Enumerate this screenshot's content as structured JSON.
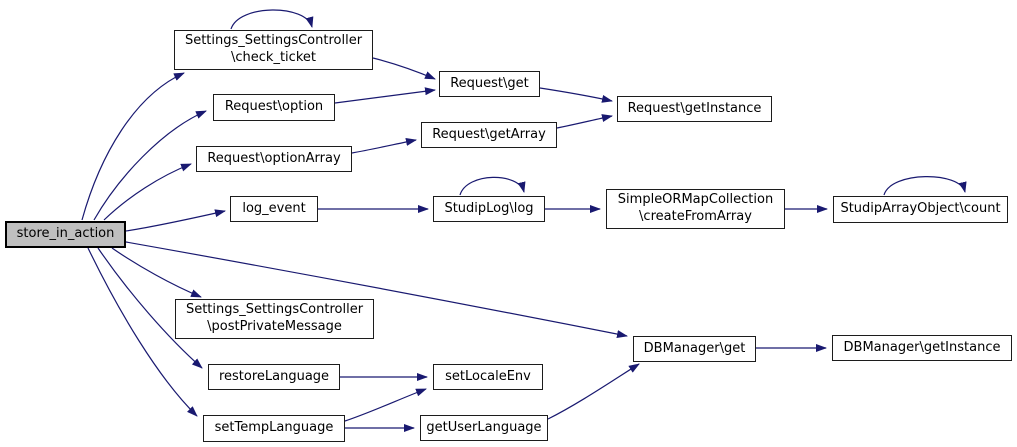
{
  "diagram": {
    "type": "doxygen-call-graph",
    "root": "store_in_action",
    "colors": {
      "edge": "#191970",
      "node_border": "#1c1c1c",
      "node_fill": "#ffffff",
      "highlight_fill": "#bfbfbf",
      "background": "#ffffff",
      "text": "#000000"
    },
    "nodes": [
      {
        "id": "store_in_action",
        "label": "store_in_action",
        "highlighted": true
      },
      {
        "id": "check_ticket",
        "label": "Settings_SettingsController\n\\check_ticket",
        "highlighted": false
      },
      {
        "id": "request_option",
        "label": "Request\\option",
        "highlighted": false
      },
      {
        "id": "request_optionarray",
        "label": "Request\\optionArray",
        "highlighted": false
      },
      {
        "id": "log_event",
        "label": "log_event",
        "highlighted": false
      },
      {
        "id": "request_get",
        "label": "Request\\get",
        "highlighted": false
      },
      {
        "id": "request_getarray",
        "label": "Request\\getArray",
        "highlighted": false
      },
      {
        "id": "request_getinstance",
        "label": "Request\\getInstance",
        "highlighted": false
      },
      {
        "id": "studiplog_log",
        "label": "StudipLog\\log",
        "highlighted": false
      },
      {
        "id": "createfromarray",
        "label": "SimpleORMapCollection\n\\createFromArray",
        "highlighted": false
      },
      {
        "id": "studiparrayobject_count",
        "label": "StudipArrayObject\\count",
        "highlighted": false
      },
      {
        "id": "postprivatemessage",
        "label": "Settings_SettingsController\n\\postPrivateMessage",
        "highlighted": false
      },
      {
        "id": "restorelanguage",
        "label": "restoreLanguage",
        "highlighted": false
      },
      {
        "id": "settemplanguage",
        "label": "setTempLanguage",
        "highlighted": false
      },
      {
        "id": "setlocaleenv",
        "label": "setLocaleEnv",
        "highlighted": false
      },
      {
        "id": "getuserlanguage",
        "label": "getUserLanguage",
        "highlighted": false
      },
      {
        "id": "dbmanager_get",
        "label": "DBManager\\get",
        "highlighted": false
      },
      {
        "id": "dbmanager_getinstance",
        "label": "DBManager\\getInstance",
        "highlighted": false
      }
    ],
    "edges": [
      {
        "from": "store_in_action",
        "to": "Settings_SettingsController\\check_ticket"
      },
      {
        "from": "store_in_action",
        "to": "Request\\option"
      },
      {
        "from": "store_in_action",
        "to": "Request\\optionArray"
      },
      {
        "from": "store_in_action",
        "to": "log_event"
      },
      {
        "from": "store_in_action",
        "to": "DBManager\\get"
      },
      {
        "from": "store_in_action",
        "to": "Settings_SettingsController\\postPrivateMessage"
      },
      {
        "from": "store_in_action",
        "to": "restoreLanguage"
      },
      {
        "from": "store_in_action",
        "to": "setTempLanguage"
      },
      {
        "from": "Settings_SettingsController\\check_ticket",
        "to": "Settings_SettingsController\\check_ticket"
      },
      {
        "from": "Settings_SettingsController\\check_ticket",
        "to": "Request\\get"
      },
      {
        "from": "Request\\option",
        "to": "Request\\get"
      },
      {
        "from": "Request\\get",
        "to": "Request\\getInstance"
      },
      {
        "from": "Request\\optionArray",
        "to": "Request\\getArray"
      },
      {
        "from": "Request\\getArray",
        "to": "Request\\getInstance"
      },
      {
        "from": "log_event",
        "to": "StudipLog\\log"
      },
      {
        "from": "StudipLog\\log",
        "to": "StudipLog\\log"
      },
      {
        "from": "StudipLog\\log",
        "to": "SimpleORMapCollection\\createFromArray"
      },
      {
        "from": "SimpleORMapCollection\\createFromArray",
        "to": "StudipArrayObject\\count"
      },
      {
        "from": "StudipArrayObject\\count",
        "to": "StudipArrayObject\\count"
      },
      {
        "from": "DBManager\\get",
        "to": "DBManager\\getInstance"
      },
      {
        "from": "restoreLanguage",
        "to": "setLocaleEnv"
      },
      {
        "from": "setTempLanguage",
        "to": "setLocaleEnv"
      },
      {
        "from": "setTempLanguage",
        "to": "getUserLanguage"
      },
      {
        "from": "getUserLanguage",
        "to": "DBManager\\get"
      }
    ]
  }
}
